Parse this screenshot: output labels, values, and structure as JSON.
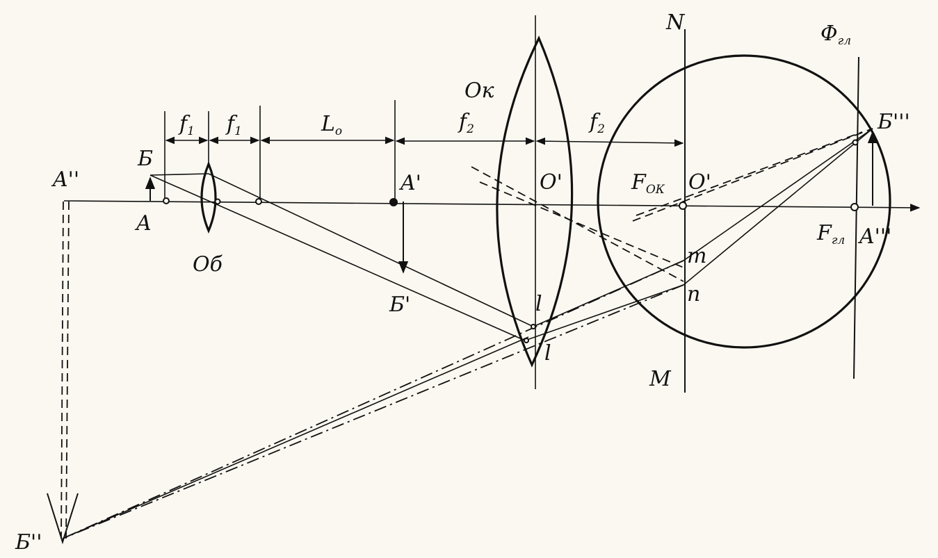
{
  "diagram": {
    "labels": {
      "a_double_prime": "A''",
      "b_upper": "Б",
      "a": "A",
      "ob": "Об",
      "a_prime": "A'",
      "b_prime": "Б'",
      "ok": "Ок",
      "o_prime_lens": "O'",
      "o_prime_eye": "O'",
      "f_ok_main": "F",
      "f_ok_sub": "ОК",
      "n": "N",
      "m_upper": "M",
      "m_lower": "m",
      "n_lower": "n",
      "phi_main": "Φ",
      "phi_sub": "гл",
      "b_triple": "Б'''",
      "f_gl_main": "F",
      "f_gl_sub": "гл",
      "a_triple": "A'''",
      "b_double_prime": "Б''",
      "l_upper": "l",
      "l_lower": "l"
    },
    "dimensions": [
      {
        "main": "f",
        "sub": "1"
      },
      {
        "main": "f",
        "sub": "1"
      },
      {
        "main": "L",
        "sub": "o"
      },
      {
        "main": "f",
        "sub": "2"
      },
      {
        "main": "f",
        "sub": "2"
      }
    ]
  }
}
